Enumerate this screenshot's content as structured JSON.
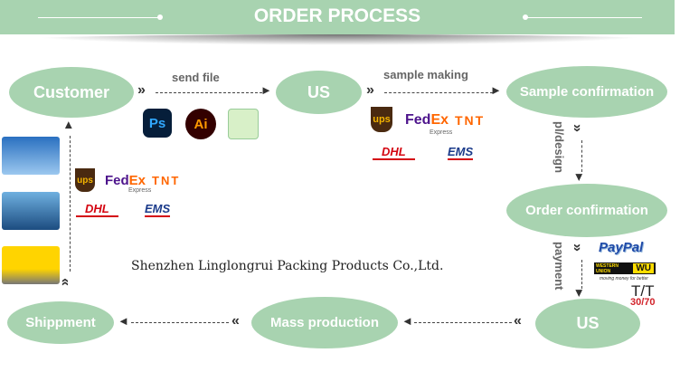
{
  "title": "ORDER PROCESS",
  "nodes": {
    "customer": "Customer",
    "us_top": "US",
    "sample": "Sample confirmation",
    "order": "Order confirmation",
    "us_bottom": "US",
    "mass": "Mass production",
    "ship": "Shippment"
  },
  "labels": {
    "send_file": "send file",
    "sample_making": "sample making",
    "pi_design": "pl/design",
    "payment": "payment"
  },
  "company": "Shenzhen Linglongrui Packing Products Co.,Ltd.",
  "logos": {
    "ps": "Ps",
    "ai": "Ai",
    "ups": "ups",
    "fedex_fed": "Fed",
    "fedex_ex": "Ex",
    "fedex_sub": "Express",
    "tnt": "TNT",
    "dhl": "DHL",
    "ems": "EMS",
    "paypal": "PayPal",
    "wu_text": "WESTERN UNION",
    "wu": "WU",
    "wu_sub": "moving money for better",
    "tt": "T/T",
    "tt_ratio": "30/70"
  },
  "colors": {
    "node": "#a8d3b0",
    "accent_red": "#d2232a"
  }
}
